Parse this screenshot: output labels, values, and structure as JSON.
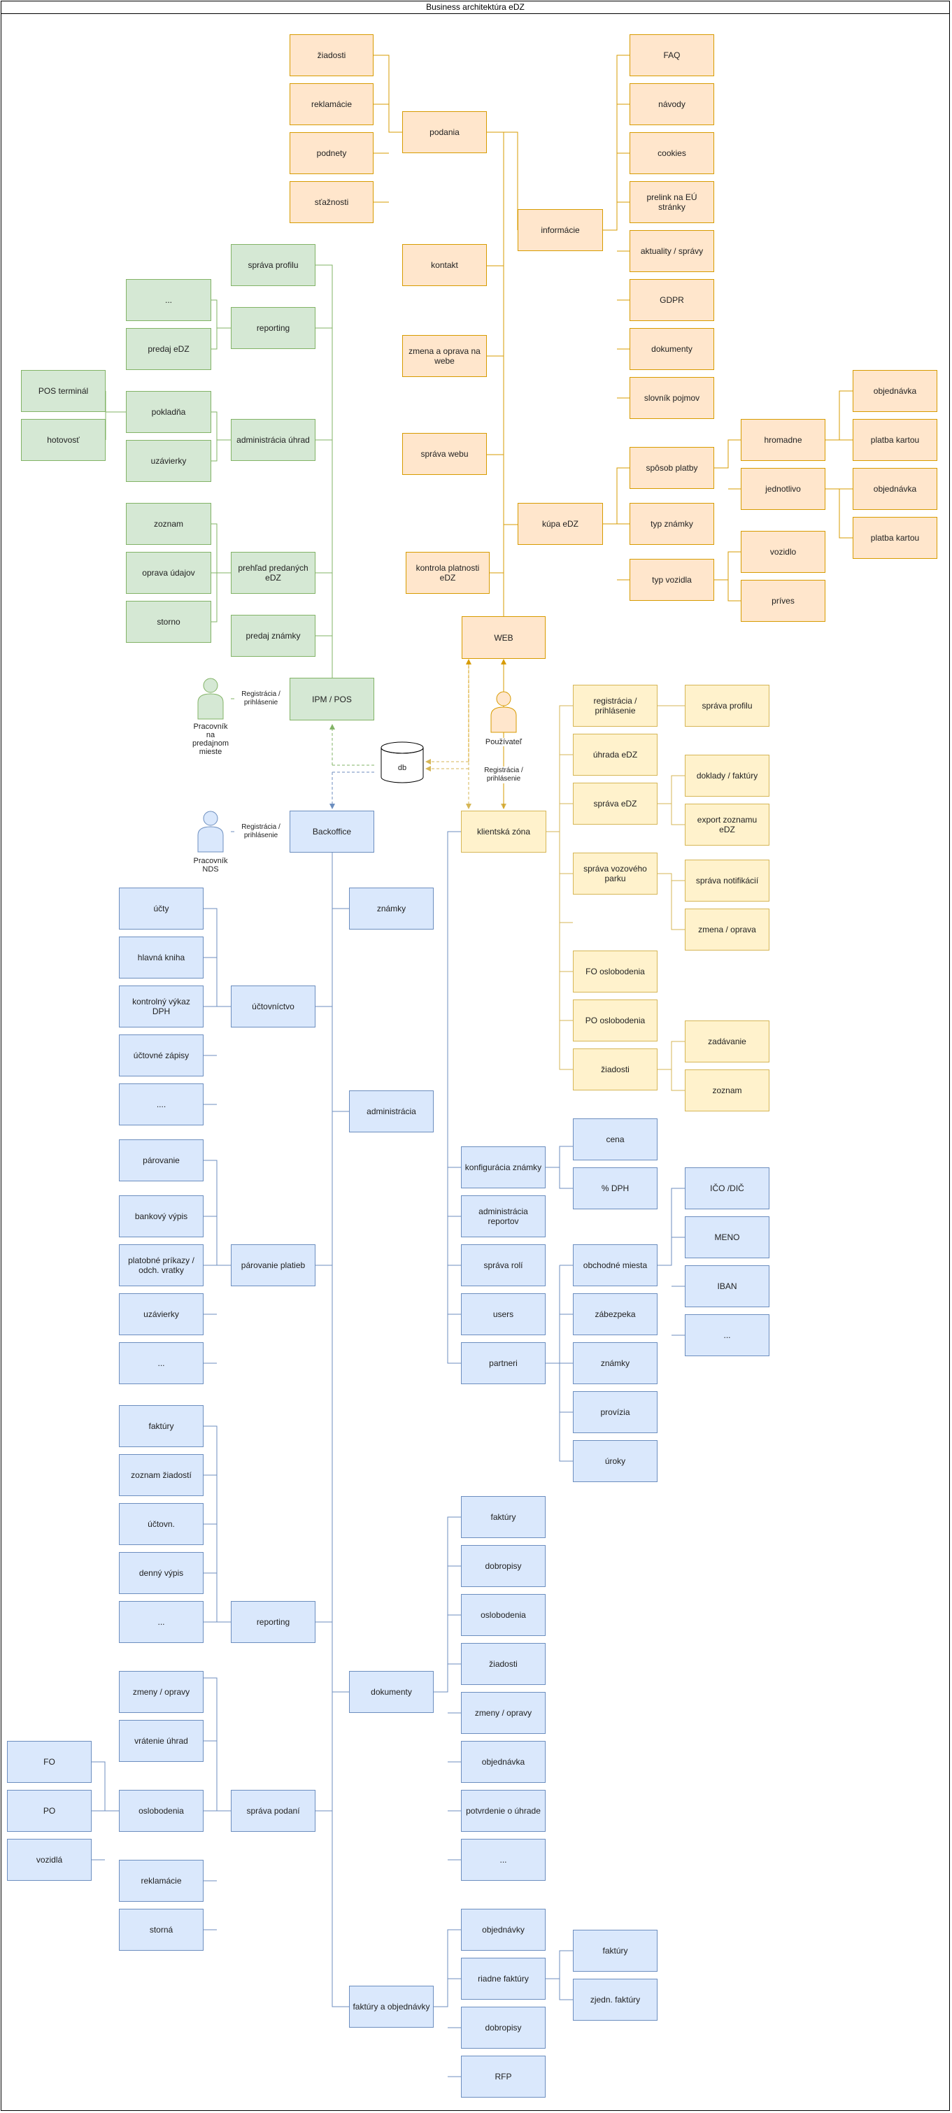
{
  "title": "Business architektúra eDZ",
  "colors": {
    "orange_fill": "#ffe6cc",
    "orange_line": "#d79b00",
    "green_fill": "#d5e8d4",
    "green_line": "#82b366",
    "blue_fill": "#dae8fc",
    "blue_line": "#6c8ebf",
    "yellow_fill": "#fff2cc",
    "yellow_line": "#d6b656"
  },
  "actors": {
    "pos_worker": "Pracovník\nna\npredajnom\nmieste",
    "nds_worker": "Pracovník\nNDS",
    "user": "Používateľ"
  },
  "edge_labels": {
    "pos_login": "Registrácia /\nprihlásenie",
    "nds_login": "Registrácia /\nprihlásenie",
    "user_login": "Registrácia /\nprihlásenie"
  },
  "db": "db",
  "web": {
    "web": "WEB",
    "podania": "podania",
    "podania_items": [
      "žiadosti",
      "reklamácie",
      "podnety",
      "sťažnosti"
    ],
    "informacie": "informácie",
    "informacie_items": [
      "FAQ",
      "návody",
      "cookies",
      "prelink na EÚ stránky",
      "aktuality / správy",
      "GDPR",
      "dokumenty",
      "slovník pojmov"
    ],
    "kontakt": "kontakt",
    "zmena": "zmena a oprava na webe",
    "sprava_webu": "správa webu",
    "kontrola": "kontrola platnosti eDZ",
    "kupa": "kúpa eDZ",
    "sposob_platby": "spôsob platby",
    "hromadne": "hromadne",
    "jednotlivo": "jednotlivo",
    "objednavka_1": "objednávka",
    "platba_kartou_1": "platba kartou",
    "objednavka_2": "objednávka",
    "platba_kartou_2": "platba kartou",
    "typ_znamky": "typ známky",
    "typ_vozidla": "typ vozidla",
    "vozidlo": "vozidlo",
    "pripves": "príves"
  },
  "pos": {
    "ipm": "IPM / POS",
    "sprava_profilu": "správa profilu",
    "reporting": "reporting",
    "reporting_items": [
      "...",
      "predaj eDZ"
    ],
    "administracia": "administrácia úhrad",
    "pokladna": "pokladňa",
    "uzavierky": "uzávierky",
    "pos_terminal": "POS terminál",
    "hotovost": "hotovosť",
    "prehlad": "prehľad predaných eDZ",
    "prehlad_items": [
      "zoznam",
      "oprava údajov",
      "storno"
    ],
    "predaj_znamky": "predaj známky"
  },
  "client": {
    "zona": "klientská zóna",
    "registracia": "registrácia / prihlásenie",
    "sprava_profilu": "správa profilu",
    "uhrada": "úhrada eDZ",
    "sprava_edz": "správa eDZ",
    "doklady": "doklady / faktúry",
    "export": "export zoznamu eDZ",
    "vozovy_park": "správa vozového parku",
    "notifikacii": "správa notifikácií",
    "zmena_oprava": "zmena / oprava",
    "fo": "FO oslobodenia",
    "po": "PO oslobodenia",
    "ziadosti": "žiadosti",
    "zadavanie": "zadávanie",
    "zoznam": "zoznam"
  },
  "backoffice": {
    "backoffice": "Backoffice",
    "znamky": "známky",
    "uctovnictvo": "účtovníctvo",
    "uctovnictvo_items": [
      "účty",
      "hlavná kniha",
      "kontrolný výkaz DPH",
      "účtovné zápisy",
      "...."
    ],
    "administracia": "administrácia",
    "parovanie": "párovanie platieb",
    "parovanie_items": [
      "párovanie",
      "bankový výpis",
      "platobné príkazy / odch. vratky",
      "uzávierky",
      "..."
    ],
    "konfiguracia": "konfigurácia známky",
    "cena": "cena",
    "dph": "% DPH",
    "admin_reportov": "administrácia reportov",
    "sprava_roli": "správa rolí",
    "users": "users",
    "partneri": "partneri",
    "partneri_items": [
      "obchodné miesta",
      "zábezpeka",
      "známky",
      "provízia",
      "úroky"
    ],
    "obchodne_items": [
      "IČO /DIČ",
      "MENO",
      "IBAN",
      "..."
    ],
    "reporting": "reporting",
    "reporting_items": [
      "faktúry",
      "zoznam žiadostí",
      "účtovn.",
      "denný výpis",
      "..."
    ],
    "dokumenty": "dokumenty",
    "dokumenty_items": [
      "faktúry",
      "dobropisy",
      "oslobodenia",
      "žiadosti",
      "zmeny / opravy",
      "objednávka",
      "potvrdenie o úhrade",
      "..."
    ],
    "sprava_podani": "správa podaní",
    "podani_items": [
      "zmeny / opravy",
      "vrátenie úhrad",
      "oslobodenia",
      "reklamácie",
      "storná"
    ],
    "oslobodenia_items": [
      "FO",
      "PO",
      "vozidlá"
    ],
    "faktury_obj": "faktúry a objednávky",
    "fo_items": [
      "objednávky",
      "riadne faktúry",
      "dobropisy",
      "RFP"
    ],
    "riadne_items": [
      "faktúry",
      "zjedn. faktúry"
    ]
  }
}
